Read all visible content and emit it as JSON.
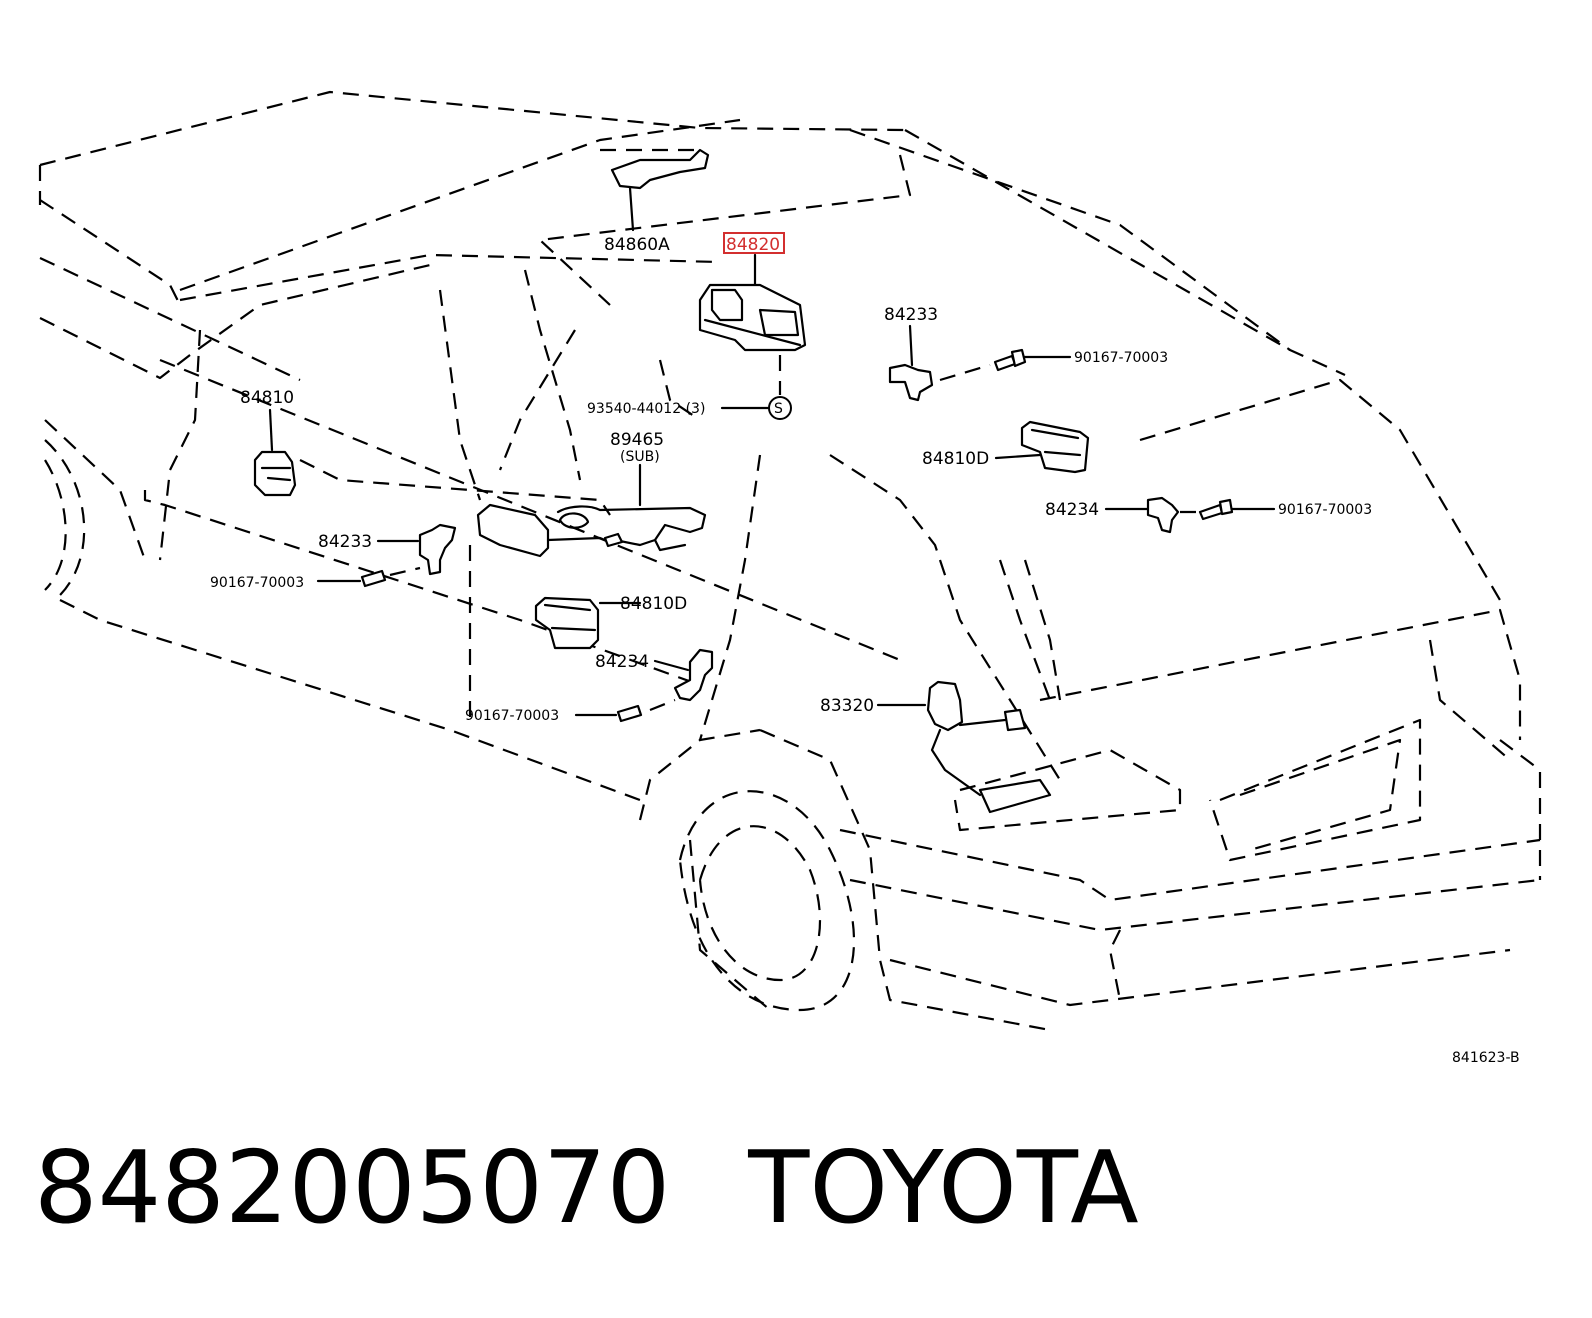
{
  "diagram": {
    "labels": {
      "p84860A": "84860A",
      "p84820": "84820",
      "p84233_right": "84233",
      "p90167_right1": "90167-70003",
      "p93540": "93540-44012 (3)",
      "p_s_symbol": "S",
      "p89465": "89465",
      "p89465_sub": "(SUB)",
      "p84810D_right": "84810D",
      "p84234_right": "84234",
      "p90167_right2": "90167-70003",
      "p84810": "84810",
      "p84233_left": "84233",
      "p90167_left1": "90167-70003",
      "p84810D_left": "84810D",
      "p84234_left": "84234",
      "p90167_left2": "90167-70003",
      "p83320": "83320",
      "ref_code": "841623-B"
    },
    "highlight_color": "#d32f2f"
  },
  "caption": {
    "part_number": "8482005070",
    "brand": "TOYOTA"
  }
}
